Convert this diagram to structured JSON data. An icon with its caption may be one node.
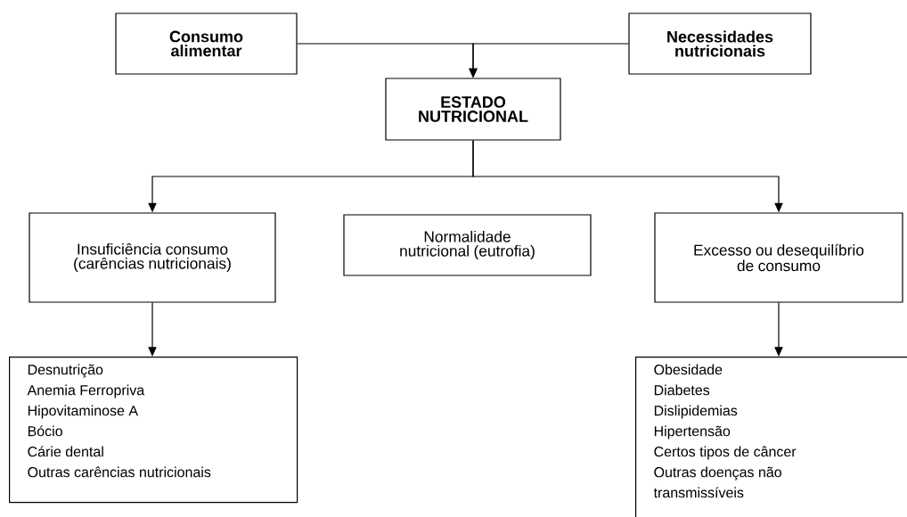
{
  "diagram": {
    "nodes": [
      {
        "text": [
          "Consumo alimentar"
        ]
      },
      {
        "text": [
          "Necessidades nutricionais"
        ]
      },
      {
        "text": [
          "ESTADO NUTRICIONAL"
        ]
      },
      {
        "text": [
          "Insuficiência consumo (carências nutricionais)"
        ]
      },
      {
        "text": [
          "Normalidade nutricional (eutrofia)"
        ]
      },
      {
        "text": [
          "Excesso ou desequilíbrio de consumo"
        ]
      },
      {
        "text": [
          "Desnutrição",
          "Anemia Ferropriva",
          "Hipovitaminose A",
          "Bócio",
          "Cárie dental",
          "Outras carências nutricionais"
        ]
      },
      {
        "text": [
          "Obesidade",
          "Diabetes",
          "Dislipidemias",
          "Hipertensão",
          "Certos tipos de câncer",
          "Outras doenças não transmissíveis"
        ]
      }
    ],
    "edges": [
      {
        "from": 0,
        "to": 2,
        "arrow": "to"
      },
      {
        "from": 1,
        "to": 2,
        "arrow": "to"
      },
      {
        "from": 2,
        "to": 3,
        "arrow": "to"
      },
      {
        "from": 2,
        "to": 5,
        "arrow": "to"
      },
      {
        "from": 3,
        "to": 6,
        "arrow": "to"
      },
      {
        "from": 5,
        "to": 7,
        "arrow": "to"
      }
    ]
  }
}
